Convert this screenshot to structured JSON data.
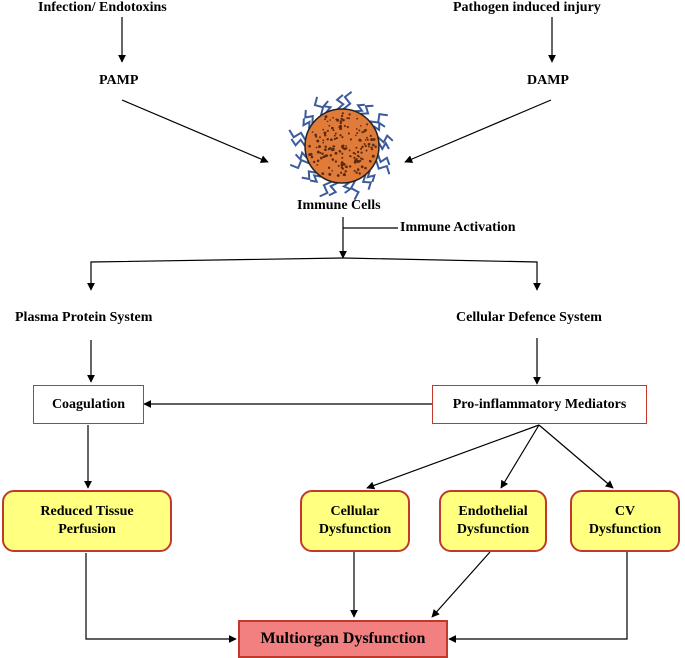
{
  "colors": {
    "box_border": "#c0392b",
    "effect_fill": "#ffff80",
    "outcome_fill": "#f28080",
    "cell_fill": "#e07b3a",
    "receptor": "#3b5b9e"
  },
  "icons": {
    "immune_cell": "immune-cell-illustration"
  },
  "top": {
    "infection": "Infection/ Endotoxins",
    "pathogen": "Pathogen induced injury",
    "pamp": "PAMP",
    "damp": "DAMP"
  },
  "immune": {
    "cells": "Immune Cells",
    "activation": "Immune Activation"
  },
  "systems": {
    "plasma": "Plasma Protein System",
    "cellular": "Cellular Defence System"
  },
  "boxes": {
    "coagulation": "Coagulation",
    "pro_inflammatory": "Pro-inflammatory Mediators",
    "reduced_tissue_1": "Reduced Tissue",
    "reduced_tissue_2": "Perfusion",
    "cellular_1": "Cellular",
    "cellular_2": "Dysfunction",
    "endothelial_1": "Endothelial",
    "endothelial_2": "Dysfunction",
    "cv_1": "CV",
    "cv_2": "Dysfunction",
    "multiorgan": "Multiorgan Dysfunction"
  }
}
